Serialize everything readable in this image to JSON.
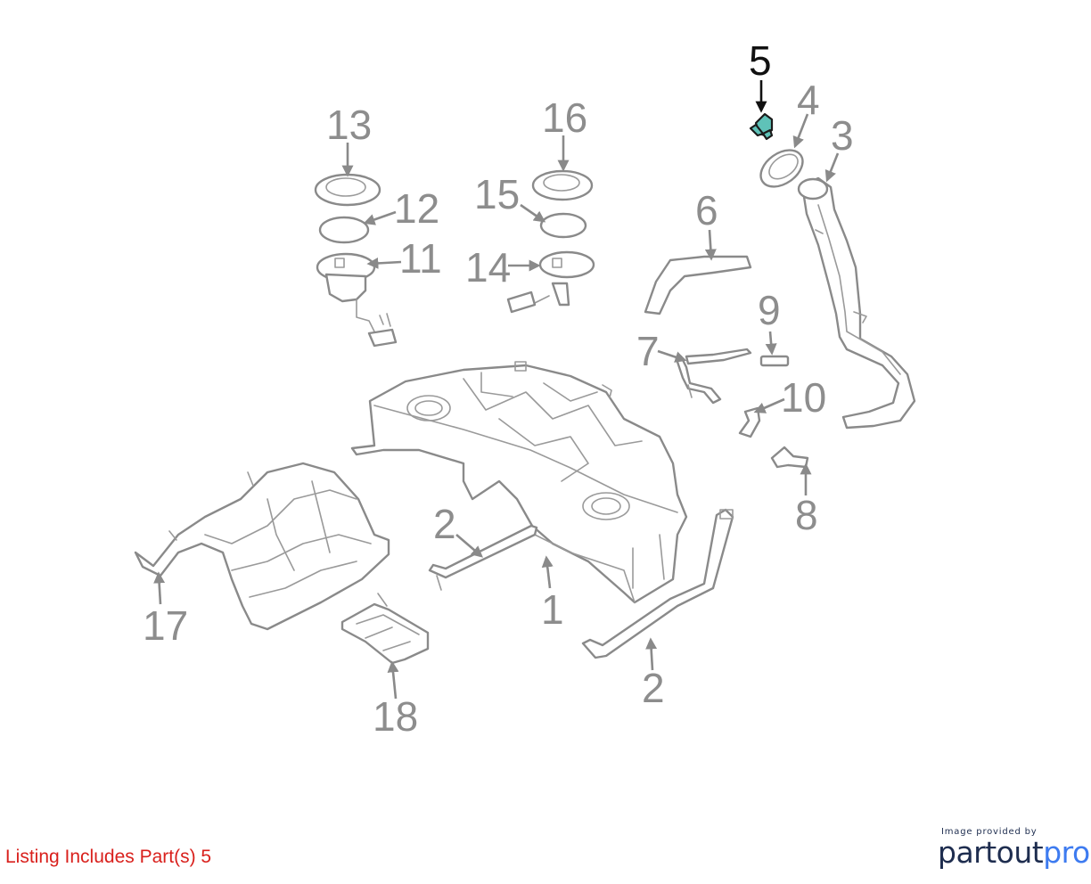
{
  "diagram": {
    "callouts": [
      {
        "id": "c1",
        "text": "1",
        "highlight": false
      },
      {
        "id": "c2a",
        "text": "2",
        "highlight": false
      },
      {
        "id": "c2b",
        "text": "2",
        "highlight": false
      },
      {
        "id": "c3",
        "text": "3",
        "highlight": false
      },
      {
        "id": "c4",
        "text": "4",
        "highlight": false
      },
      {
        "id": "c5",
        "text": "5",
        "highlight": true
      },
      {
        "id": "c6",
        "text": "6",
        "highlight": false
      },
      {
        "id": "c7",
        "text": "7",
        "highlight": false
      },
      {
        "id": "c8",
        "text": "8",
        "highlight": false
      },
      {
        "id": "c9",
        "text": "9",
        "highlight": false
      },
      {
        "id": "c10",
        "text": "10",
        "highlight": false
      },
      {
        "id": "c11",
        "text": "11",
        "highlight": false
      },
      {
        "id": "c12",
        "text": "12",
        "highlight": false
      },
      {
        "id": "c13",
        "text": "13",
        "highlight": false
      },
      {
        "id": "c14",
        "text": "14",
        "highlight": false
      },
      {
        "id": "c15",
        "text": "15",
        "highlight": false
      },
      {
        "id": "c16",
        "text": "16",
        "highlight": false
      },
      {
        "id": "c17",
        "text": "17",
        "highlight": false
      },
      {
        "id": "c18",
        "text": "18",
        "highlight": false
      }
    ],
    "highlight_color": "#5fc2b8",
    "line_color": "#8a8a8a"
  },
  "footer": {
    "listing": "Listing Includes Part(s) 5",
    "listing_color": "#d9201c",
    "credit": "Image provided by",
    "brand_part1": "partout",
    "brand_part2": "pro",
    "brand_color_dark": "#1e2d4f",
    "brand_color_accent": "#3d7bf0"
  }
}
